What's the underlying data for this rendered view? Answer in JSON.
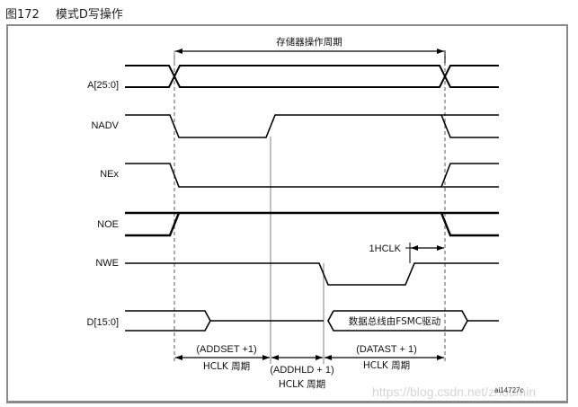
{
  "figure": {
    "number": "图172",
    "title": "模式D写操作"
  },
  "diagram": {
    "cycle_label": "存储器操作周期",
    "signals": [
      {
        "name": "A[25:0]",
        "type": "bus"
      },
      {
        "name": "NADV",
        "type": "line"
      },
      {
        "name": "NEx",
        "type": "line"
      },
      {
        "name": "NOE",
        "type": "line"
      },
      {
        "name": "NWE",
        "type": "line"
      },
      {
        "name": "D[15:0]",
        "type": "bus"
      }
    ],
    "data_bus_label": "数据总线由FSMC驱动",
    "hclk_marker": "1HCLK",
    "intervals": [
      {
        "line1": "(ADDSET +1)",
        "line2": "HCLK 周期"
      },
      {
        "line1": "(ADDHLD + 1)",
        "line2": "HCLK 周期"
      },
      {
        "line1": "(DATAST + 1)",
        "line2": "HCLK 周期"
      }
    ],
    "figure_id": "ai14727c"
  },
  "watermark": "https://blog.csdn.net/zhoumin",
  "colors": {
    "line": "#000000",
    "guide": "#808080",
    "frame": "#8a8a8a",
    "watermark": "#d4d4d4"
  }
}
